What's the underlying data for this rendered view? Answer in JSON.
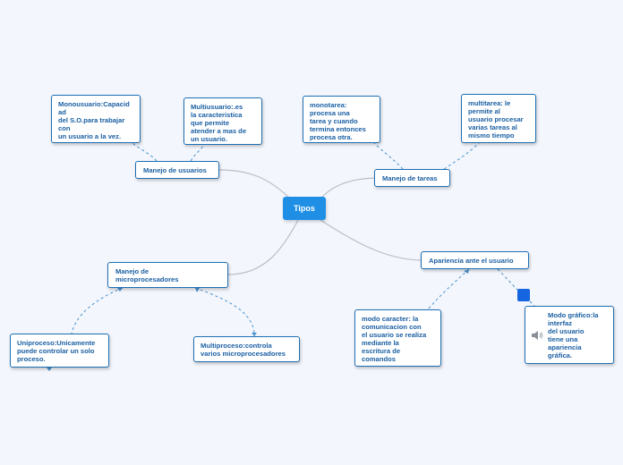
{
  "central": {
    "label": "Tipos"
  },
  "topics": {
    "usuarios": {
      "label": "Manejo de usuarios"
    },
    "tareas": {
      "label": "Manejo de tareas"
    },
    "micro": {
      "label": "Manejo de\nmicroprocesadores"
    },
    "apariencia": {
      "label": "Apariencia ante el usuario"
    }
  },
  "leaves": {
    "monousuario": {
      "text": "Monousuario:Capacid\nad\ndel S.O.para trabajar\ncon\nun usuario a la vez."
    },
    "multiusuario": {
      "text": "Multiusuario:.es\nla caracteristica\nque permite\natender a mas de\nun usuario."
    },
    "monotarea": {
      "text": "monotarea:\nprocesa una\ntarea y cuando\ntermina entonces\nprocesa otra."
    },
    "multitarea": {
      "text": "multitarea: le\npermite al\nusuario procesar\nvarias tareas al\nmismo tiempo"
    },
    "uniproceso": {
      "text": "Uniproceso:Unicamente\npuede controlar un solo\nproceso."
    },
    "multiproceso": {
      "text": "Multiproceso:controla\nvarios microprocesadores"
    },
    "modo_caracter": {
      "text": "modo caracter: la\ncomunicacion con\nel usuario se realiza\nmediante la\nescritura de\ncomandos"
    },
    "modo_grafico": {
      "text": "Modo gráfico:la\ninterfaz\ndel usuario\ntiene una\napariencia\ngráfica."
    }
  },
  "colors": {
    "central_fill": "#1f8fe6",
    "node_border": "#1e6fb4",
    "node_text": "#1a5fa3",
    "solid_link": "#b9bfc9",
    "dashed_link": "#4a93cf",
    "background": "#f3f6fc"
  },
  "icons": [
    "speaker-icon"
  ]
}
